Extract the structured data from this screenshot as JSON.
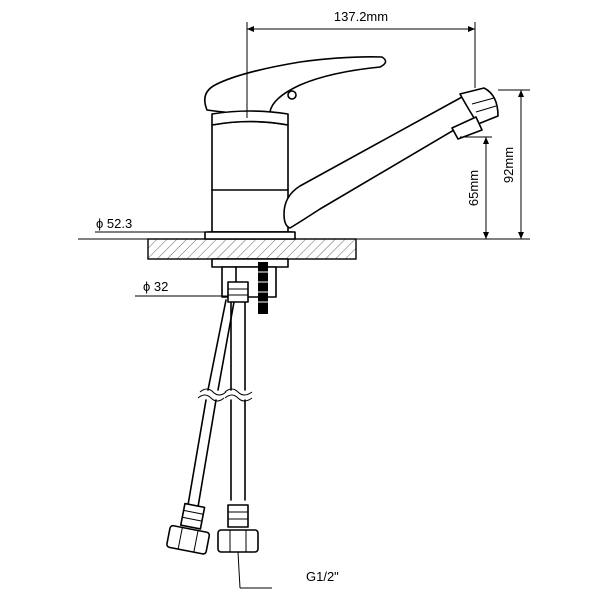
{
  "dimensions": {
    "width_label": "137.2mm",
    "height_total_label": "92mm",
    "height_spout_label": "65mm",
    "base_diameter_label": "ϕ 52.3",
    "shank_diameter_label": "ϕ 32",
    "thread_label": "G1/2\""
  }
}
